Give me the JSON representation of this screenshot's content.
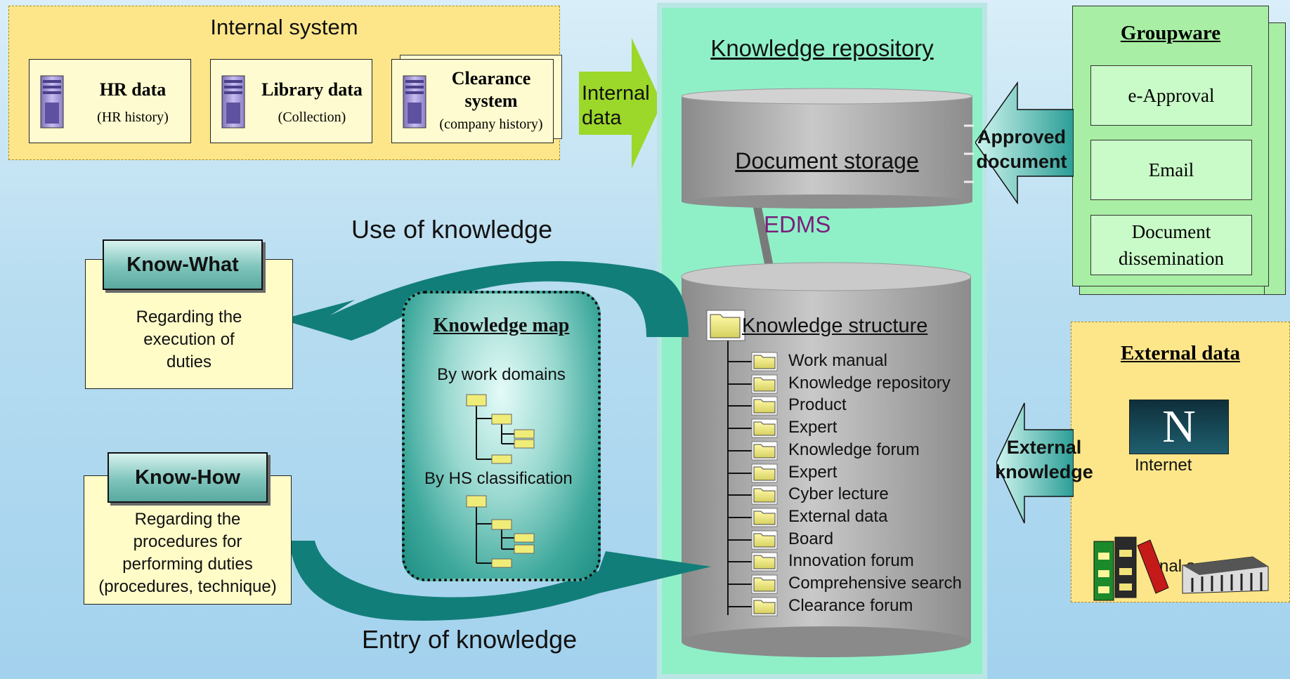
{
  "internal_system": {
    "title": "Internal system",
    "sources": [
      {
        "title": "HR data",
        "sub": "(HR history)"
      },
      {
        "title": "Library data",
        "sub": "(Collection)"
      },
      {
        "title_line1": "Clearance",
        "title_line2": "system",
        "sub": "(company history)"
      }
    ]
  },
  "internal_data_label": {
    "line1": "Internal",
    "line2": "data"
  },
  "repository": {
    "title": "Knowledge repository",
    "document_storage": "Document storage",
    "edms": "EDMS",
    "structure_title": "Knowledge structure",
    "structure_items": [
      "Work manual",
      "Knowledge repository",
      "Product",
      "Expert",
      "Knowledge forum",
      "Expert",
      "Cyber lecture",
      "External data",
      "Board",
      "Innovation forum",
      "Comprehensive search",
      "Clearance forum"
    ]
  },
  "approved_document_label": {
    "line1": "Approved",
    "line2": "document"
  },
  "groupware": {
    "title": "Groupware",
    "items": [
      "e-Approval",
      "Email"
    ],
    "item3_line1": "Document",
    "item3_line2": "dissemination"
  },
  "external": {
    "title": "External data",
    "internet_label": "Internet",
    "logo_letter": "N",
    "partial_text": "nal s"
  },
  "external_knowledge_label": {
    "line1": "External",
    "line2": "knowledge"
  },
  "use_of_knowledge": "Use of knowledge",
  "entry_of_knowledge": "Entry of knowledge",
  "know_what": {
    "title": "Know-What",
    "line1": "Regarding the",
    "line2": "execution of",
    "line3": "duties"
  },
  "know_how": {
    "title": "Know-How",
    "line1": "Regarding the",
    "line2": "procedures for",
    "line3": "performing duties",
    "line4": "(procedures, technique)"
  },
  "knowledge_map": {
    "title": "Knowledge map",
    "by_domains": "By work domains",
    "by_hs": "By HS classification"
  },
  "colors": {
    "teal_arrow": "#127e7a",
    "green_arrow": "#9bd82a",
    "repo_bg": "#8ff0c8",
    "cylinder": "#a7a7a7",
    "edms": "#7a1f7a"
  }
}
